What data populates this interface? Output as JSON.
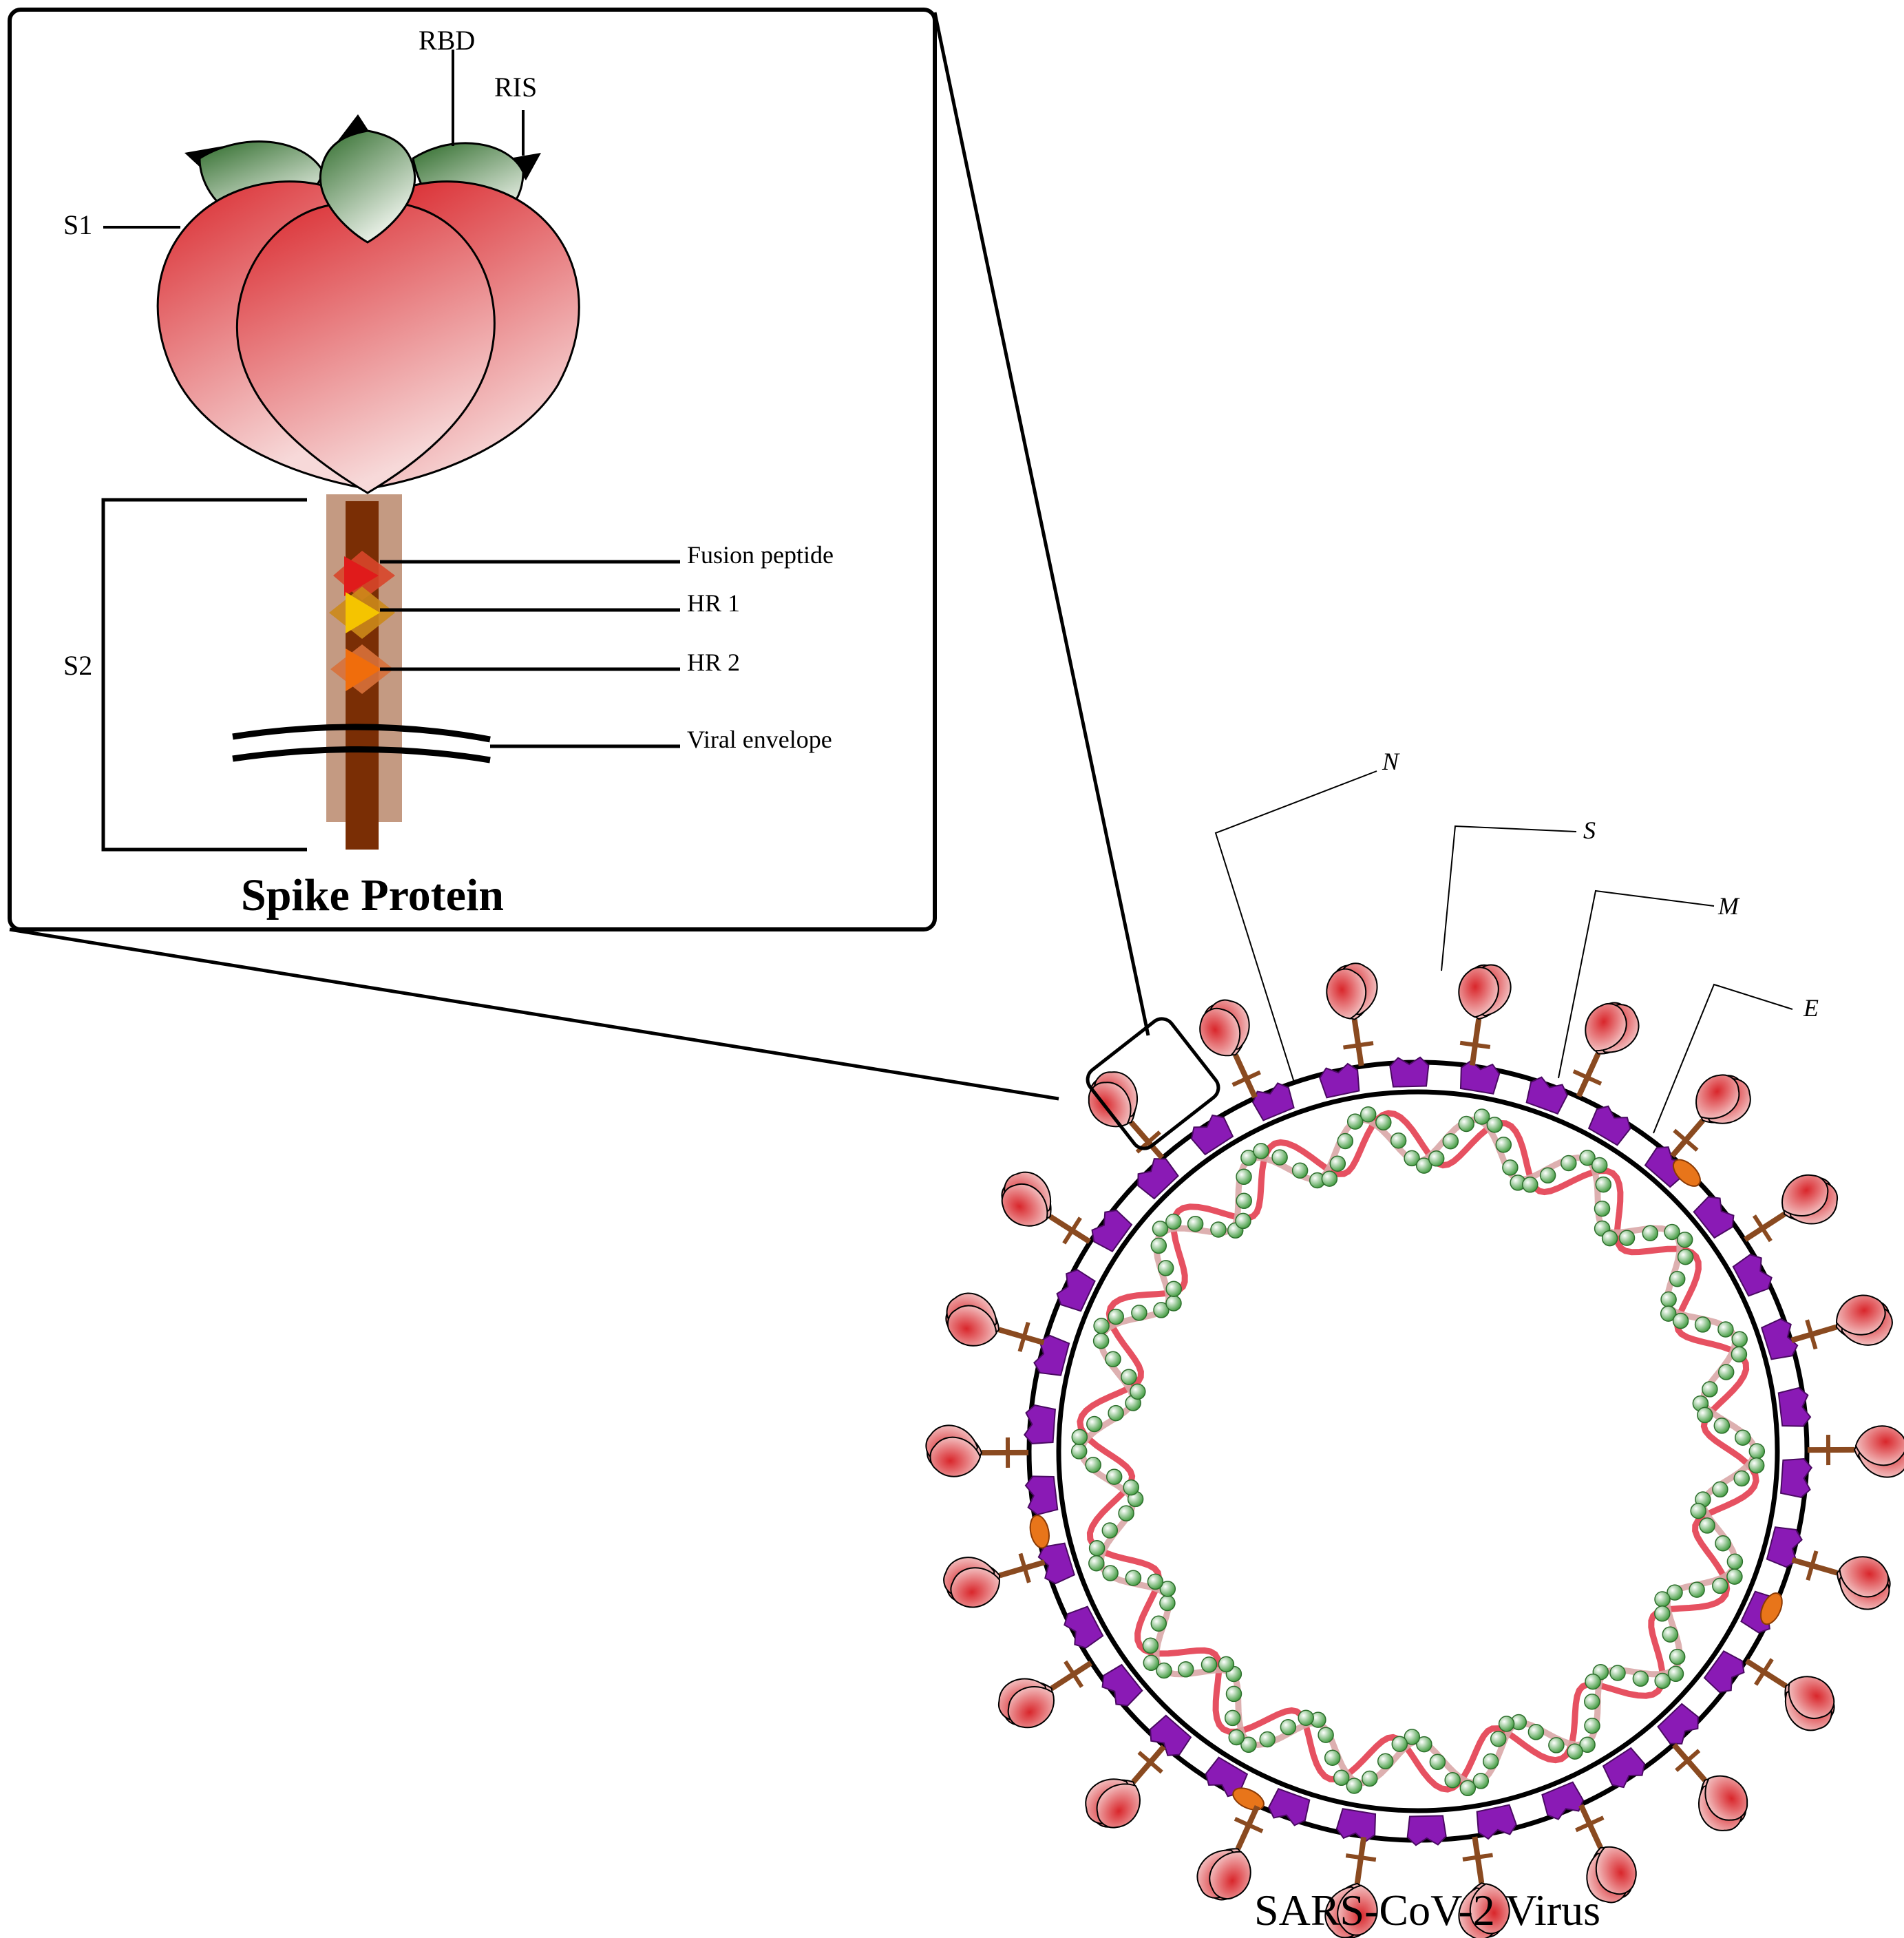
{
  "figure": {
    "inset_title": "Spike Protein",
    "virus_title": "SARS-CoV-2 Virus",
    "spike_labels": {
      "rbd": "RBD",
      "ris": "RIS",
      "s1": "S1",
      "s2": "S2",
      "fusion_peptide": "Fusion peptide",
      "hr1": "HR 1",
      "hr2": "HR 2",
      "viral_envelope": "Viral envelope"
    },
    "virus_labels": {
      "n": "N",
      "s": "S",
      "m": "M",
      "e": "E"
    }
  },
  "colors": {
    "spike_head_red": "#d9262b",
    "spike_head_light": "#f7d9d9",
    "rbd_green": "#2e6b2a",
    "stalk_dark": "#7a2e05",
    "stalk_light": "#c49a82",
    "fusion_red": "#e01b1b",
    "hr1_yellow": "#f5c400",
    "hr2_orange": "#f06d0c",
    "membrane_purple": "#8a1ab5",
    "envelope_orange": "#e8751a",
    "rna_green": "#3e9a3c",
    "ribbon_red": "#e23345",
    "ribbon_pink": "#d9a7a7"
  }
}
